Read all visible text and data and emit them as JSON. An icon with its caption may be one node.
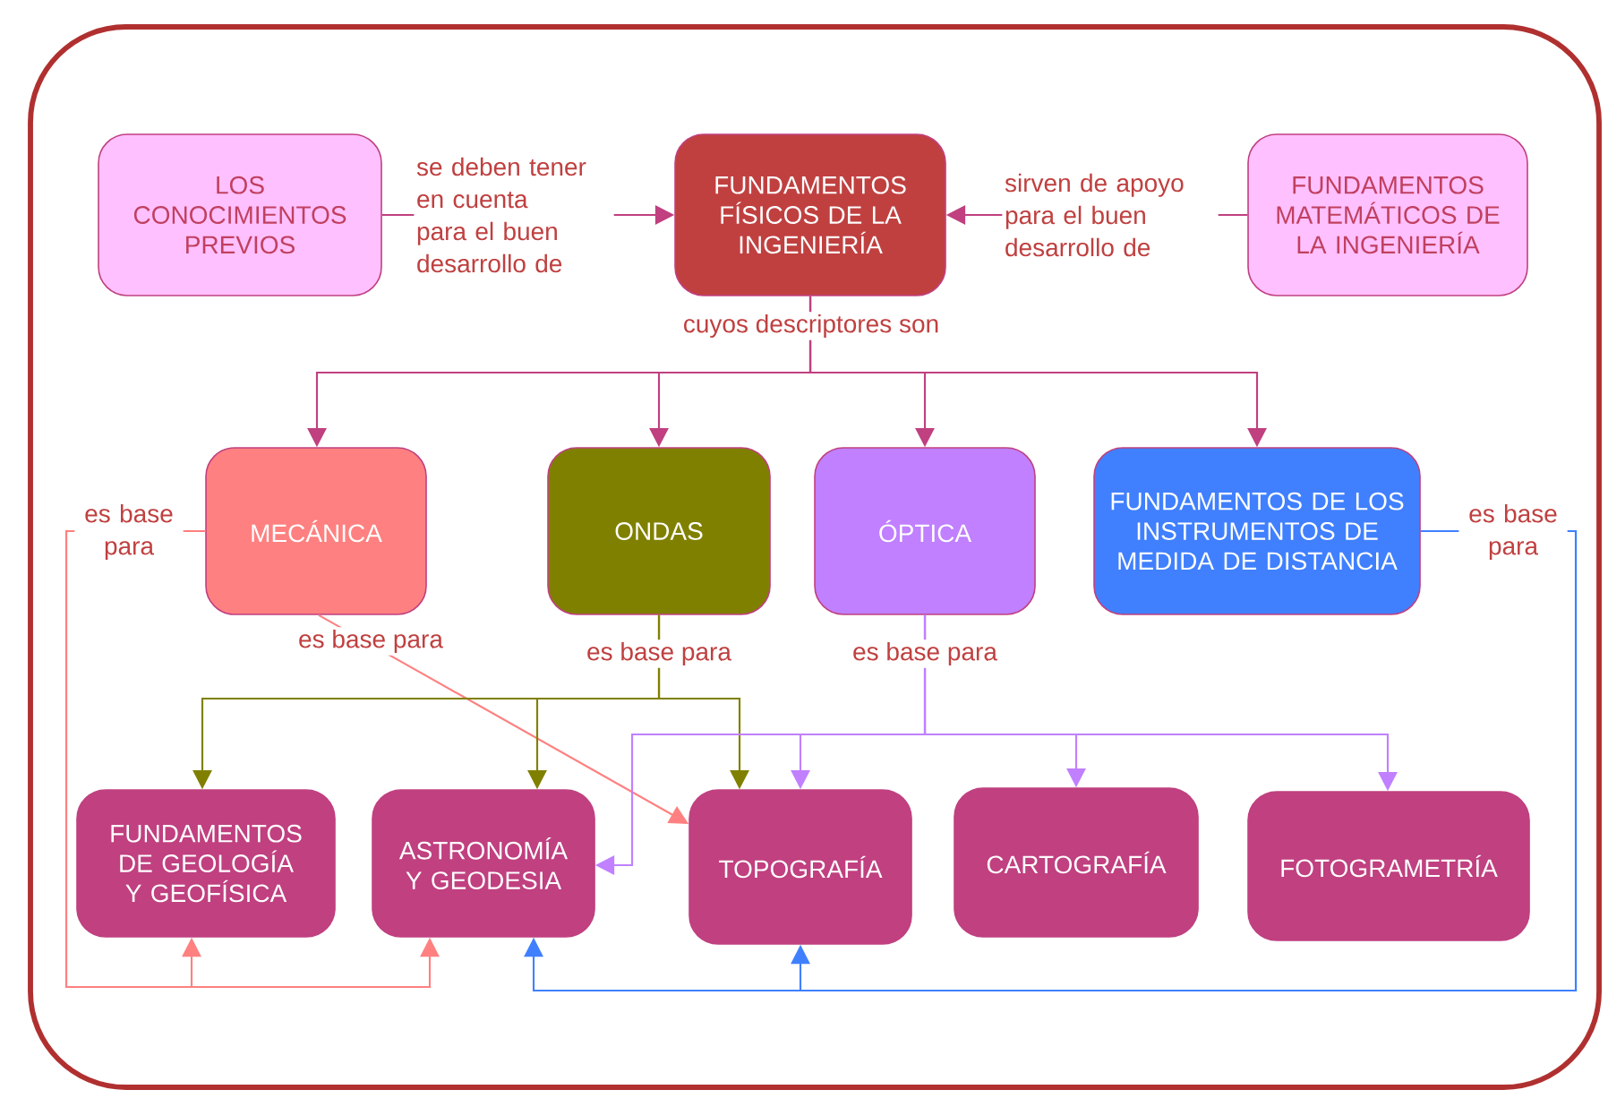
{
  "diagram": {
    "nodes": [
      {
        "text": [
          "LOS CONOCIMIENTOS PREVIOS"
        ]
      },
      {
        "text": [
          "FUNDAMENTOS FÍSICOS DE LA INGENIERÍA"
        ]
      },
      {
        "text": [
          "FUNDAMENTOS MATEMÁTICOS DE LA INGENIERÍA"
        ]
      },
      {
        "text": [
          "MECÁNICA"
        ]
      },
      {
        "text": [
          "ONDAS"
        ]
      },
      {
        "text": [
          "ÓPTICA"
        ]
      },
      {
        "text": [
          "FUNDAMENTOS DE LOS INSTRUMENTOS DE MEDIDA DE DISTANCIA"
        ]
      },
      {
        "text": [
          "FUNDAMENTOS DE GEOLOGÍA Y GEOFÍSICA"
        ]
      },
      {
        "text": [
          "ASTRONOMÍA Y GEODESIA"
        ]
      },
      {
        "text": [
          "TOPOGRAFÍA"
        ]
      },
      {
        "text": [
          "CARTOGRAFÍA"
        ]
      },
      {
        "text": [
          "FOTOGRAMETRÍA"
        ]
      }
    ],
    "edges": [
      {
        "from": 0,
        "to": 1,
        "arrow": "to",
        "label": "se deben tener en cuenta para el buen desarrollo de"
      },
      {
        "from": 2,
        "to": 1,
        "arrow": "to",
        "label": "sirven de apoyo para el buen desarrollo de"
      },
      {
        "from": 1,
        "to": 3,
        "arrow": "to",
        "label": "cuyos descriptores son"
      },
      {
        "from": 1,
        "to": 4,
        "arrow": "to"
      },
      {
        "from": 1,
        "to": 5,
        "arrow": "to"
      },
      {
        "from": 1,
        "to": 6,
        "arrow": "to"
      },
      {
        "from": 3,
        "to": 7,
        "arrow": "to",
        "color": "#ff8080",
        "label": "es base para"
      },
      {
        "from": 3,
        "to": 8,
        "arrow": "to",
        "color": "#ff8080"
      },
      {
        "from": 3,
        "to": 9,
        "arrow": "to",
        "color": "#ff8080",
        "label": "es base para"
      },
      {
        "from": 4,
        "to": 7,
        "arrow": "to",
        "color": "#808000",
        "label": "es base para"
      },
      {
        "from": 4,
        "to": 8,
        "arrow": "to",
        "color": "#808000"
      },
      {
        "from": 4,
        "to": 9,
        "arrow": "to",
        "color": "#808000"
      },
      {
        "from": 5,
        "to": 9,
        "arrow": "to",
        "color": "#c080ff",
        "label": "es base para"
      },
      {
        "from": 5,
        "to": 10,
        "arrow": "to",
        "color": "#c080ff"
      },
      {
        "from": 5,
        "to": 11,
        "arrow": "to",
        "color": "#c080ff"
      },
      {
        "from": 5,
        "to": 8,
        "arrow": "to",
        "color": "#c080ff"
      },
      {
        "from": 6,
        "to": 8,
        "arrow": "to",
        "color": "#4080ff",
        "label": "es base para"
      },
      {
        "from": 6,
        "to": 9,
        "arrow": "to",
        "color": "#4080ff"
      }
    ]
  }
}
